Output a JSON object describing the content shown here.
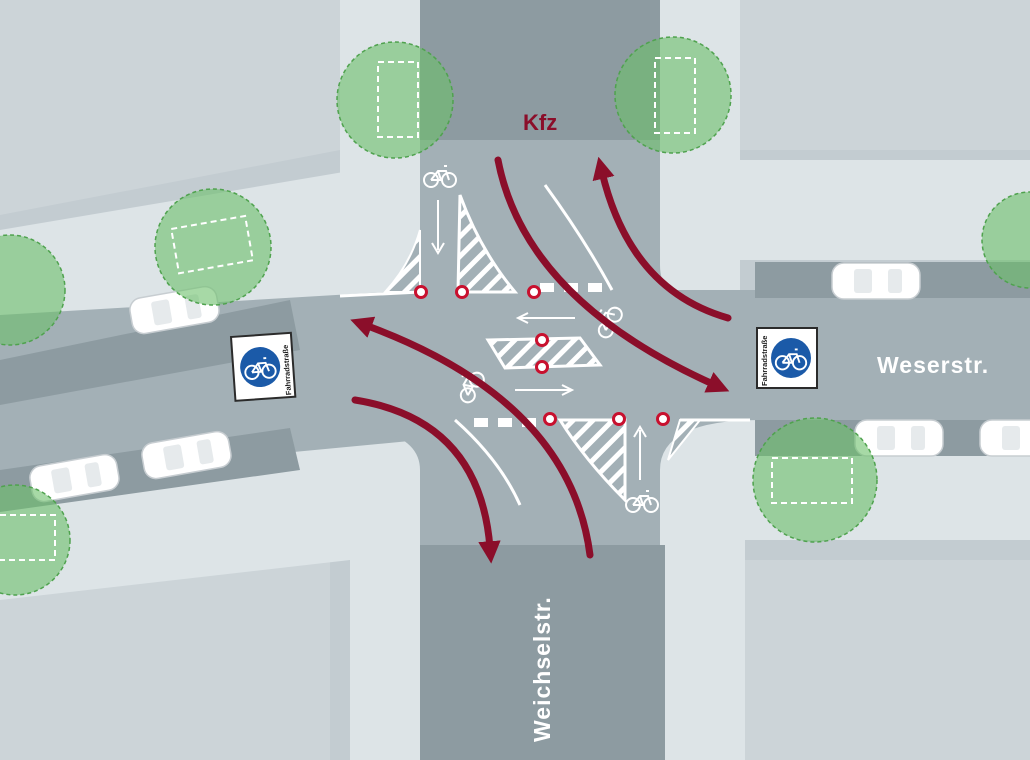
{
  "labels": {
    "motor_traffic": "Kfz",
    "east_street": "Weserstr.",
    "south_street": "Weichselstr."
  },
  "signs": [
    {
      "text": "Fahrradstraße",
      "icon": "bicycle-icon"
    },
    {
      "text": "Fahrradstraße",
      "icon": "bicycle-icon"
    }
  ],
  "colors": {
    "road": "#a3b0b6",
    "side_road": "#8d9ba1",
    "sidewalk": "#dde4e7",
    "block": "#c3ccd1",
    "arrow": "#8b0e2a",
    "marking": "#ffffff",
    "tree": "#6cc06a",
    "sign_blue": "#1b5aa8"
  }
}
